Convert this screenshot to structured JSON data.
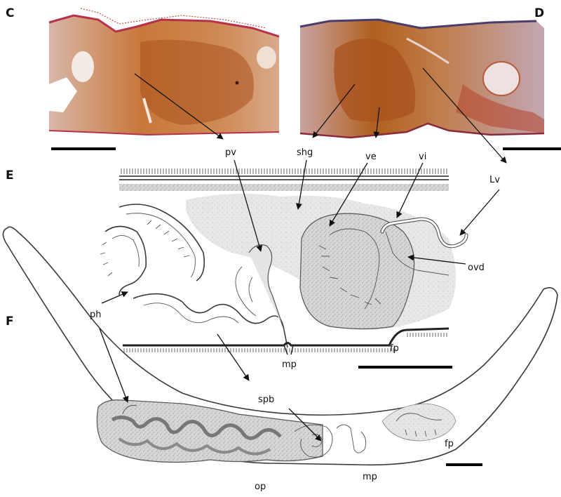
{
  "panels": {
    "c": "C",
    "d": "D",
    "e": "E",
    "f": "F"
  },
  "labels": {
    "pv": "pv",
    "shg": "shg",
    "ve": "ve",
    "vi": "vi",
    "lv": "Lv",
    "ovd": "ovd",
    "ph_e": "ph",
    "mp_e": "mp",
    "fp_e": "fp",
    "spb": "spb",
    "op": "op",
    "mp_f": "mp",
    "fp_f": "fp"
  },
  "colors": {
    "tissue_orange": "#c8773a",
    "tissue_dark": "#a9521e",
    "tissue_pale": "#e8c9b4",
    "tissue_blue": "#a79cc2",
    "epidermis": "#b5324a",
    "stipple_gray": "#c9c9c9",
    "line": "#333333"
  }
}
